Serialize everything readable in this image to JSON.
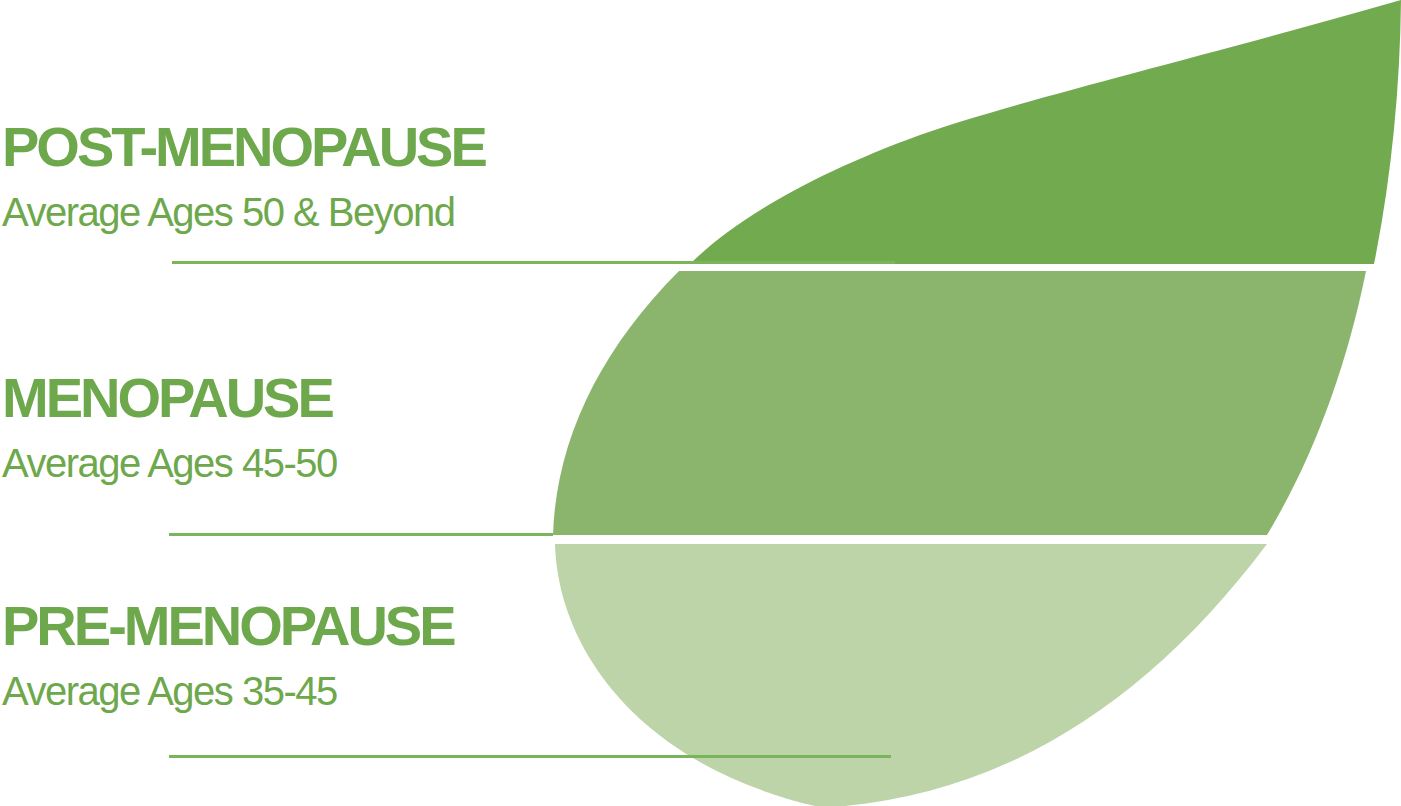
{
  "diagram": {
    "nodes": [
      {
        "text": [
          "POST-MENOPAUSE",
          "Average Ages 50 & Beyond"
        ]
      },
      {
        "text": [
          "MENOPAUSE",
          "Average Ages 45-50"
        ]
      },
      {
        "text": [
          "PRE-MENOPAUSE",
          "Average Ages 35-45"
        ]
      }
    ]
  }
}
